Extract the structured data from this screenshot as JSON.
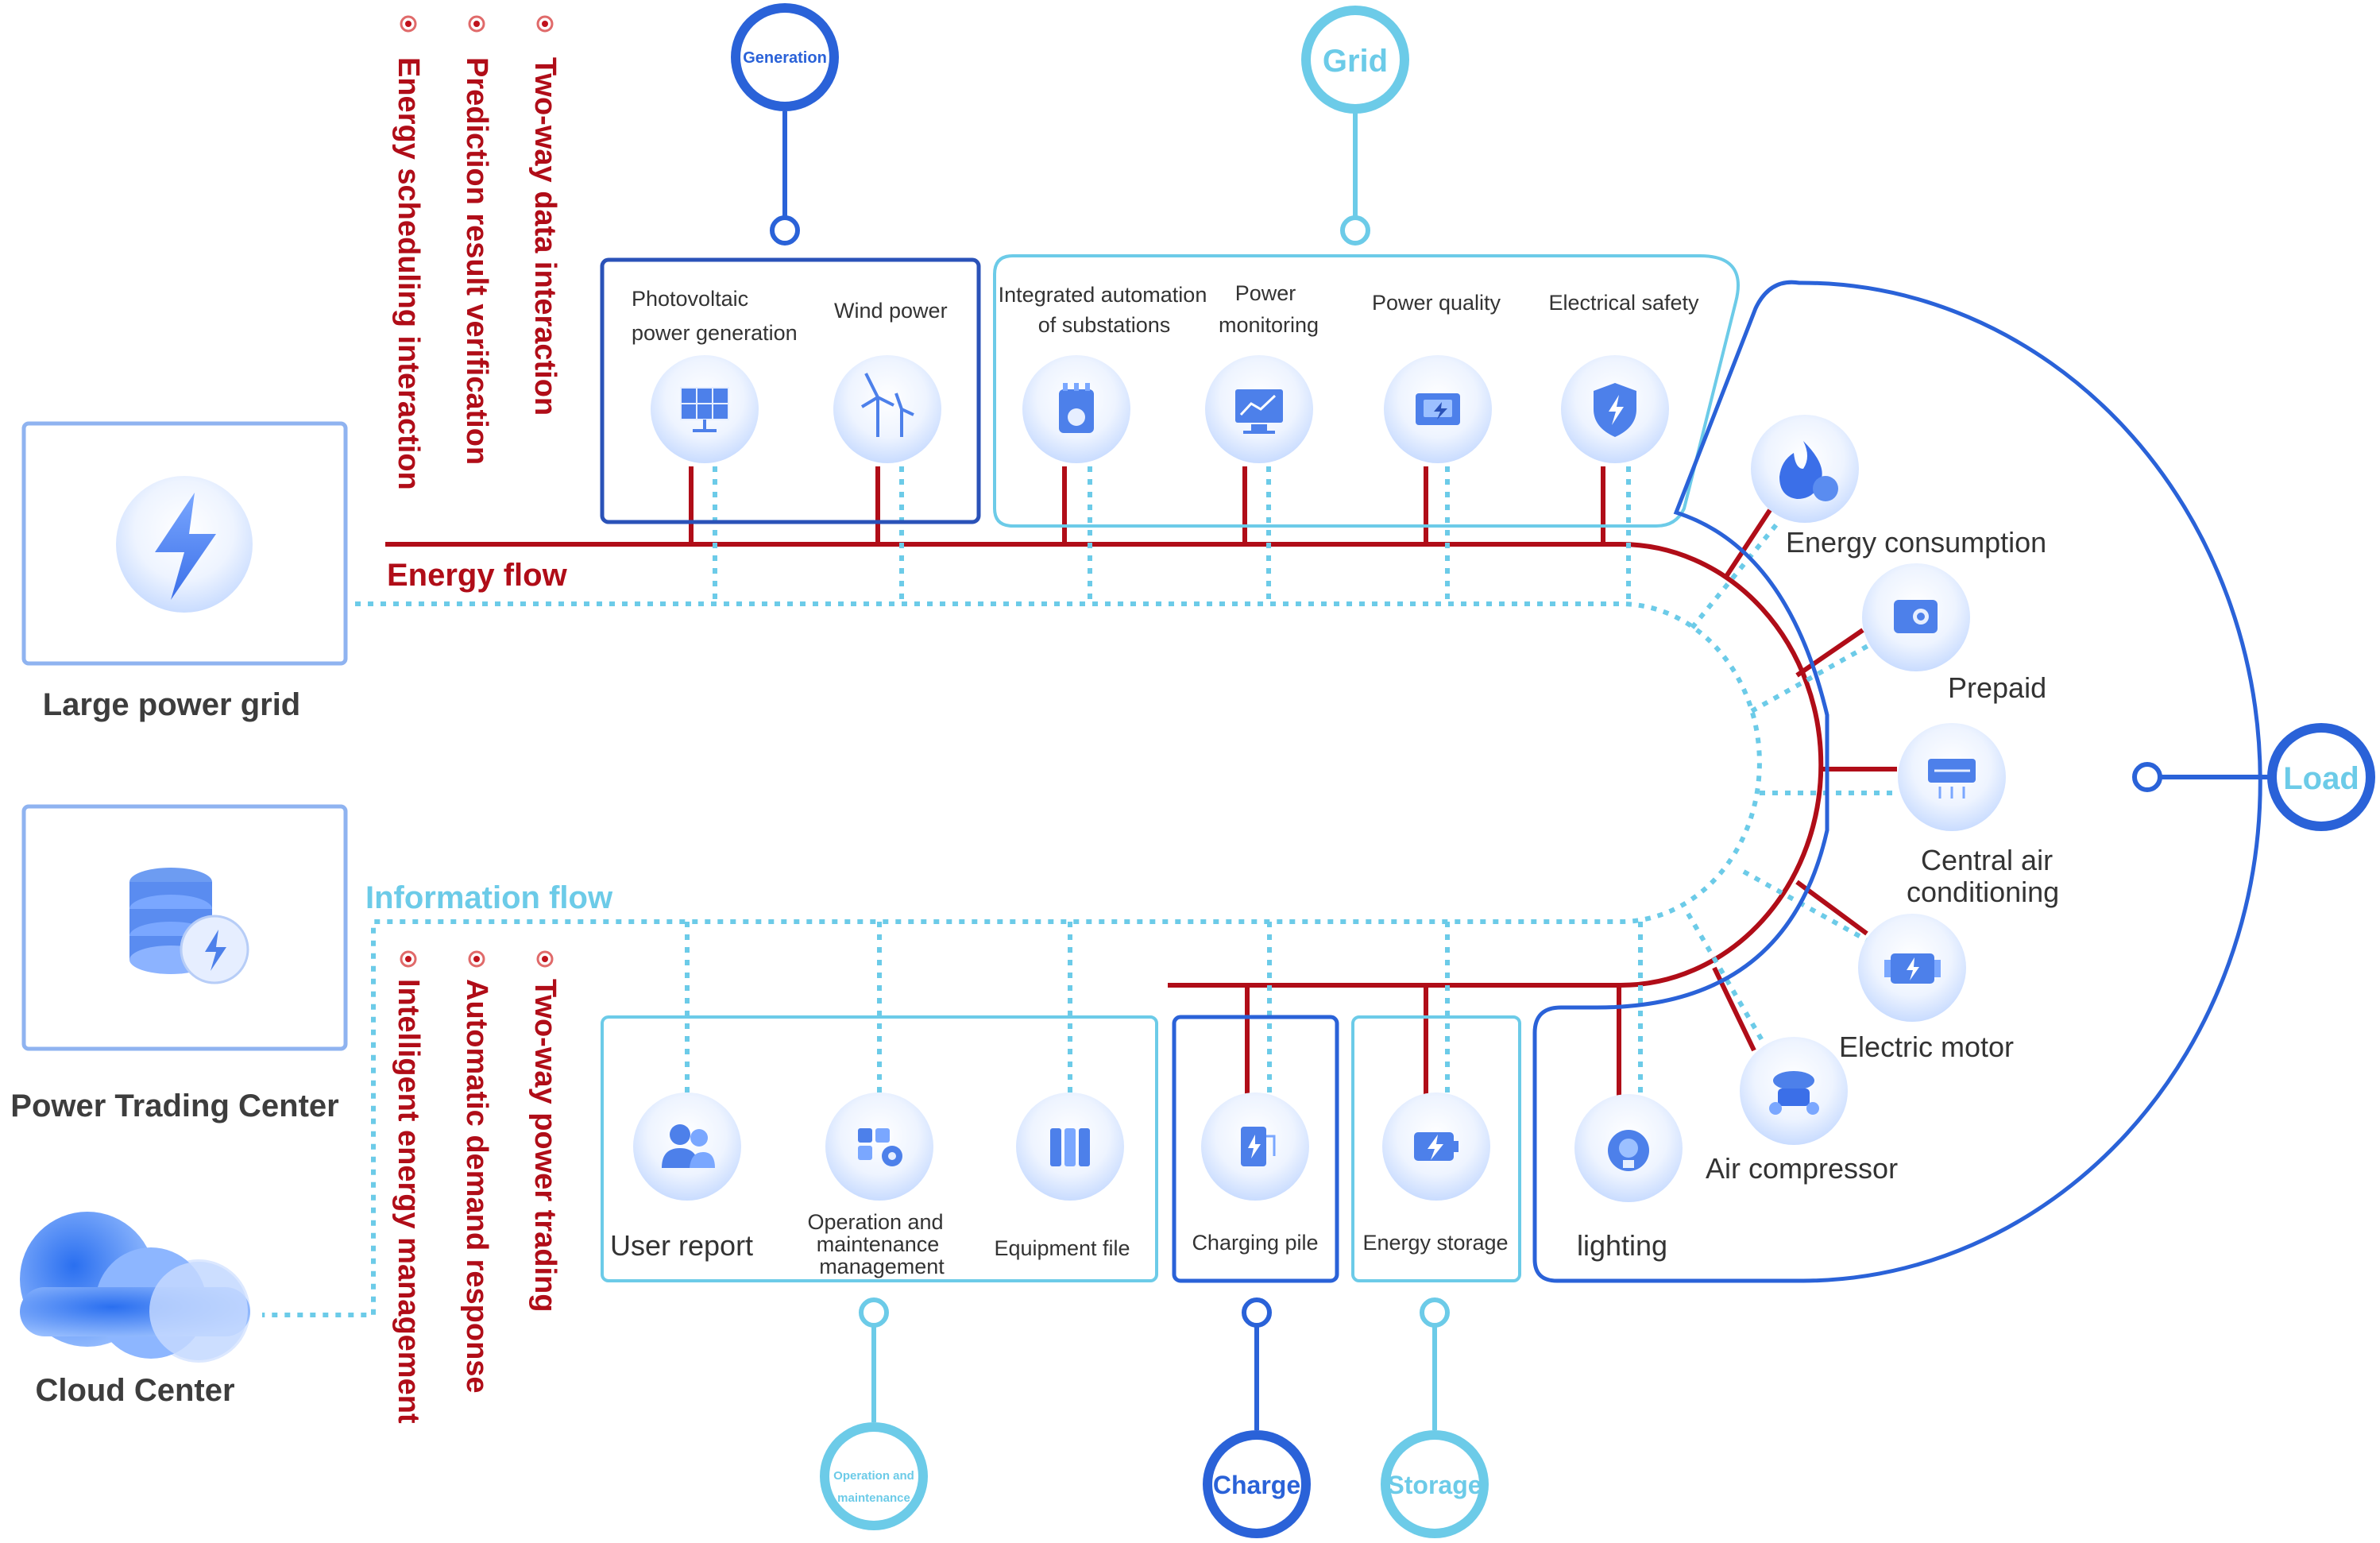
{
  "flows": {
    "energy": "Energy flow",
    "information": "Information flow"
  },
  "left_nodes": {
    "grid": "Large power grid",
    "trading": "Power Trading Center",
    "cloud": "Cloud Center"
  },
  "top_features": [
    "Two-way data interaction",
    "Prediction result verification",
    "Energy scheduling interaction"
  ],
  "bottom_features": [
    "Two-way power trading",
    "Automatic demand response",
    "Intelligent energy management"
  ],
  "pins": {
    "generation": "Generation",
    "grid": "Grid",
    "load": "Load",
    "om_line1": "Operation and",
    "om_line2": "maintenance",
    "charge": "Charge",
    "storage": "Storage"
  },
  "generation": {
    "pv_line1": "Photovoltaic",
    "pv_line2": "power generation",
    "wind": "Wind power"
  },
  "grid_items": {
    "substation_line1": "Integrated automation",
    "substation_line2": "of substations",
    "monitor_line1": "Power",
    "monitor_line2": "monitoring",
    "quality": "Power quality",
    "safety": "Electrical safety"
  },
  "load_items": {
    "consumption": "Energy consumption",
    "prepaid": "Prepaid",
    "ac_line1": "Central air",
    "ac_line2": "conditioning",
    "motor": "Electric motor",
    "compressor": "Air compressor",
    "lighting": "lighting"
  },
  "om_items": {
    "report": "User report",
    "om_line1": "Operation and",
    "om_line2": "maintenance",
    "om_line3": "management",
    "file": "Equipment file"
  },
  "charge_item": "Charging pile",
  "storage_item": "Energy storage",
  "colors": {
    "energy": "#b00d18",
    "information": "#6ccbe8",
    "dark_blue": "#2a62d8",
    "light_blue": "#6ccbe8"
  }
}
